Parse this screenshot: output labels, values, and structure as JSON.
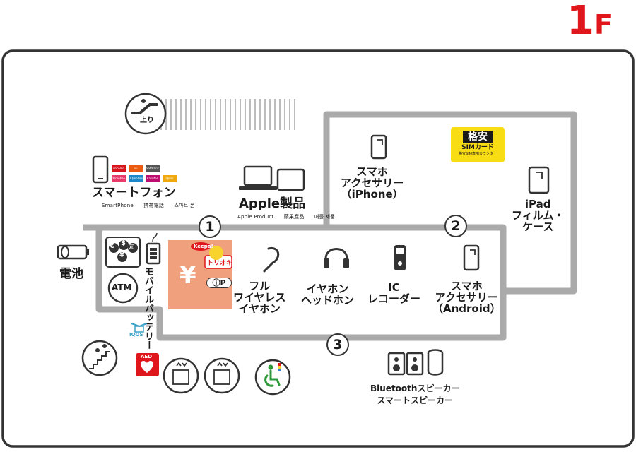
{
  "floor": {
    "number": "1",
    "suffix": "F",
    "color": "#e0161d"
  },
  "sections": {
    "smartphone": {
      "title": "スマートフォン",
      "subtitle": "SmartPhone　　携帯電話　　스마트 폰",
      "carriers": [
        "docomo",
        "au",
        "SoftBank",
        "Y!mobile",
        "UQmobile",
        "Rakuten",
        "IIJmio"
      ]
    },
    "apple": {
      "title": "Apple製品",
      "subtitle": "Apple Product　　蘋果產品　　애플 제품"
    },
    "battery": {
      "title": "電池"
    },
    "iphone_acc": {
      "lines": [
        "スマホ",
        "アクセサリー",
        "（iPhone）"
      ]
    },
    "sim": {
      "title": "格安",
      "sub": "SIMカード",
      "note": "格安SIM専用カウンター"
    },
    "ipad": {
      "lines": [
        "iPad",
        "フィルム・",
        "ケース"
      ]
    },
    "atm": {
      "label": "ATM"
    },
    "currency": {
      "symbols": [
        "€",
        "$",
        "元",
        "¥"
      ]
    },
    "mobile_battery": {
      "label": "モバイルバッテリー"
    },
    "yen_area": {
      "symbol": "¥",
      "badge": "トリオキ",
      "brand": "Keepa!",
      "ip": "ⓘP",
      "color": "#f1a07e"
    },
    "full_wireless": {
      "lines": [
        "フル",
        "ワイヤレス",
        "イヤホン"
      ]
    },
    "headphones": {
      "lines": [
        "イヤホン",
        "ヘッドホン"
      ]
    },
    "ic_recorder": {
      "lines": [
        "IC",
        "レコーダー"
      ]
    },
    "android_acc": {
      "lines": [
        "スマホ",
        "アクセサリー",
        "（Android）"
      ]
    },
    "speakers": {
      "lines": [
        "Bluetoothスピーカー",
        "スマートスピーカー"
      ]
    },
    "escalator": {
      "label": "上り"
    },
    "iqos": {
      "label": "IQOS"
    },
    "aed": {
      "label": "AED",
      "color": "#e0161d"
    },
    "markers": [
      "1",
      "2",
      "3"
    ]
  },
  "icons": [
    "escalator-up-icon",
    "smartphone-icon",
    "laptop-icon",
    "tablet-icon",
    "battery-icon",
    "currency-exchange-icon",
    "atm-icon",
    "mobile-battery-icon",
    "earbud-icon",
    "headphones-icon",
    "ic-recorder-icon",
    "smartphone-icon",
    "speaker-icon",
    "smart-speaker-icon",
    "stairs-icon",
    "aed-icon",
    "elevator-icon",
    "accessible-icon",
    "iqos-icon"
  ]
}
